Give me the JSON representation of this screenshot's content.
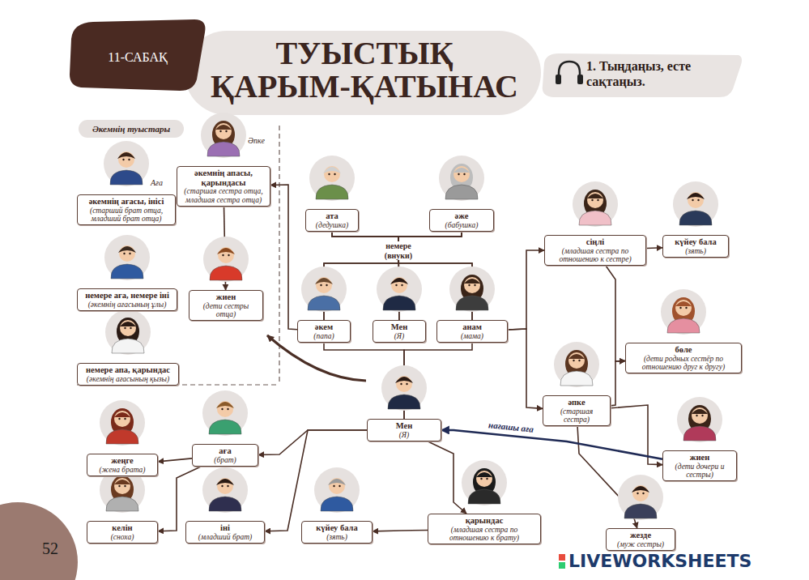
{
  "diagram": {
    "title": "ТУЫСТЫҚ ҚАРЫМ-ҚАТЫНАС",
    "nodes": [
      {
        "text": [
          "Әкемнің туыстары"
        ]
      },
      {
        "text": [
          "әкемнің ағасы, інісі",
          "(старший брат отца, младший брат отца)"
        ]
      },
      {
        "text": [
          "әкемнің апасы, қарындасы",
          "(старшая сестра отца, младшая сестра отца)"
        ]
      },
      {
        "text": [
          "немере аға, немере іні",
          "(әкемнің ағасының ұлы)"
        ]
      },
      {
        "text": [
          "жиен",
          "(дети сестры отца)"
        ]
      },
      {
        "text": [
          "немере апа, қарындас",
          "(әкемнің ағасының қызы)"
        ]
      },
      {
        "text": [
          "ата",
          "(дедушка)"
        ]
      },
      {
        "text": [
          "әже",
          "(бабушка)"
        ]
      },
      {
        "text": [
          "әкем",
          "(папа)"
        ]
      },
      {
        "text": [
          "Мен",
          "(Я)"
        ]
      },
      {
        "text": [
          "анам",
          "(мама)"
        ]
      },
      {
        "text": [
          "сіңлі",
          "(младшая сестра по отношению к сестре)"
        ]
      },
      {
        "text": [
          "күйеу бала",
          "(зять)"
        ]
      },
      {
        "text": [
          "бөле",
          "(дети родных сестёр по отношению друг к другу)"
        ]
      },
      {
        "text": [
          "Мен",
          "(Я)"
        ]
      },
      {
        "text": [
          "әпке",
          "(старшая сестра)"
        ]
      },
      {
        "text": [
          "жиен",
          "(дети дочери и сестры)"
        ]
      },
      {
        "text": [
          "жеңге",
          "(жена брата)"
        ]
      },
      {
        "text": [
          "аға",
          "(брат)"
        ]
      },
      {
        "text": [
          "келін",
          "(сноха)"
        ]
      },
      {
        "text": [
          "іні",
          "(младший брат)"
        ]
      },
      {
        "text": [
          "күйеу бала",
          "(зять)"
        ]
      },
      {
        "text": [
          "қарындас",
          "(младшая сестра по отношению к брату)"
        ]
      },
      {
        "text": [
          "жезде",
          "(муж сестры)"
        ]
      }
    ],
    "edges": [
      {
        "from": 6,
        "to": 8,
        "arrow": "none"
      },
      {
        "from": 6,
        "to": 9,
        "arrow": "none"
      },
      {
        "from": 6,
        "to": 10,
        "arrow": "none"
      },
      {
        "from": 7,
        "to": 8,
        "arrow": "none"
      },
      {
        "from": 7,
        "to": 9,
        "arrow": "none"
      },
      {
        "from": 7,
        "to": 10,
        "arrow": "none"
      },
      {
        "from": 8,
        "to": 14,
        "arrow": "none"
      },
      {
        "from": 10,
        "to": 14,
        "arrow": "none"
      },
      {
        "from": 8,
        "to": 2,
        "arrow": "to"
      },
      {
        "from": 2,
        "to": 4,
        "arrow": "to"
      },
      {
        "from": 10,
        "to": 11,
        "arrow": "to"
      },
      {
        "from": 10,
        "to": 15,
        "arrow": "to"
      },
      {
        "from": 11,
        "to": 12,
        "arrow": "to"
      },
      {
        "from": 11,
        "to": 13,
        "arrow": "to"
      },
      {
        "from": 15,
        "to": 13,
        "arrow": "to"
      },
      {
        "from": 15,
        "to": 16,
        "arrow": "to"
      },
      {
        "from": 15,
        "to": 23,
        "arrow": "to"
      },
      {
        "from": 16,
        "to": 14,
        "label": "нағашы аға",
        "arrow": "to"
      },
      {
        "from": 14,
        "to": 22,
        "arrow": "to"
      },
      {
        "from": 22,
        "to": 21,
        "arrow": "to"
      },
      {
        "from": 14,
        "to": 18,
        "arrow": "to"
      },
      {
        "from": 14,
        "to": 20,
        "arrow": "to"
      },
      {
        "from": 18,
        "to": 17,
        "arrow": "to"
      },
      {
        "from": 18,
        "to": 19,
        "arrow": "to"
      }
    ],
    "labels": [
      "11-САБАҚ",
      "1. Тыңдаңыз, есте сақтаңыз.",
      "Аға",
      "Әпке",
      "немере (внуки)",
      "52",
      "LIVEWORKSHEETS"
    ]
  }
}
